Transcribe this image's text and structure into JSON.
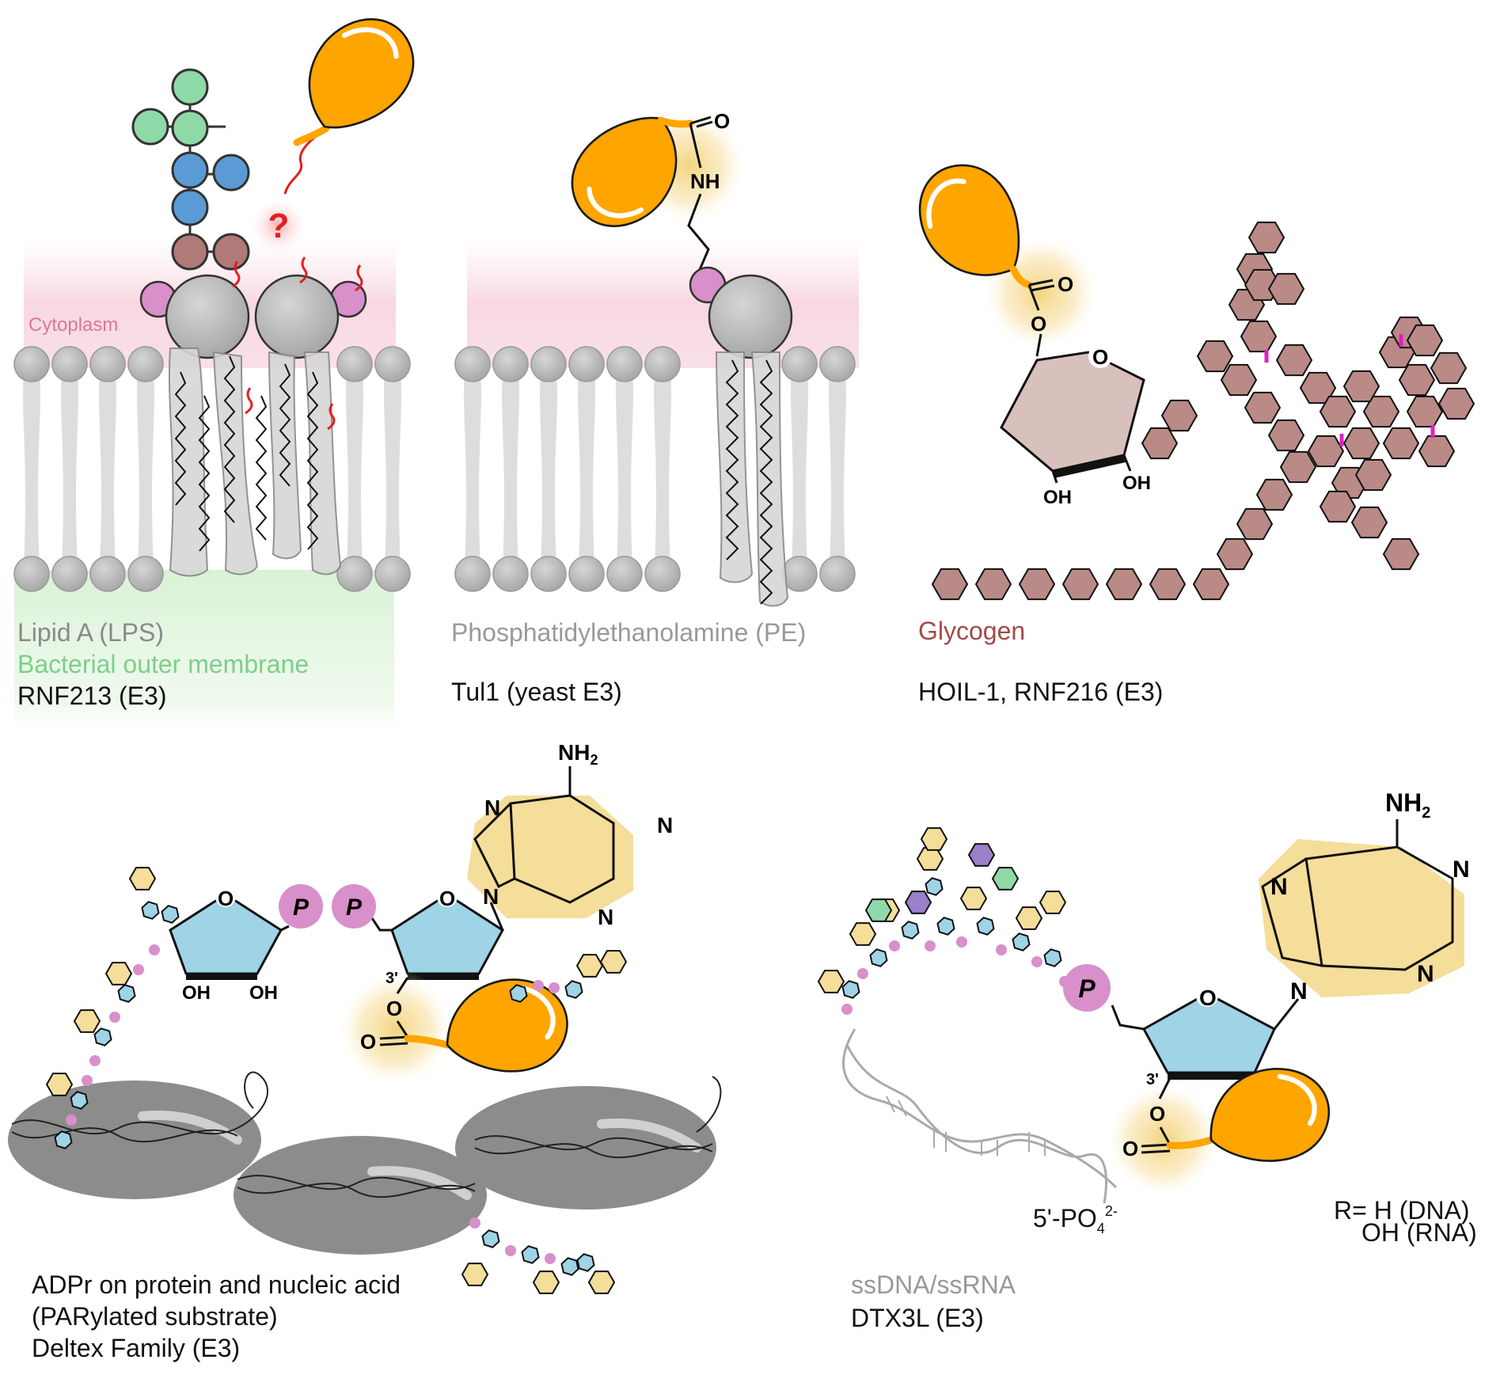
{
  "colors": {
    "ubiquitin": "#FFA500",
    "lipid_grey": "#b3b3b3",
    "head_grey": "#bdbdbd",
    "sugar_green": "#8fd9a8",
    "sugar_blue": "#5b9bd5",
    "sugar_brown": "#b07a78",
    "phosphate_pink": "#d98fc9",
    "ribose_blue": "#9fd3e6",
    "adenine_yellow": "#f5dd9a",
    "glycogen_brown": "#b98a86",
    "linkage_magenta": "#e020c0",
    "cytoplasm_text": "#d9789a",
    "membrane_green": "#7ccf8a",
    "grey_text": "#999999",
    "glycogen_text": "#a24b44",
    "red": "#e02020"
  },
  "panel_lps": {
    "cytoplasm": "Cytoplasm",
    "question_mark": "?",
    "caption_substrate": "Lipid A (LPS)",
    "caption_membrane": "Bacterial outer membrane",
    "caption_enzyme": "RNF213 (E3)"
  },
  "panel_pe": {
    "atom_o": "O",
    "atom_nh": "NH",
    "caption_substrate": "Phosphatidylethanolamine (PE)",
    "caption_enzyme": "Tul1 (yeast E3)"
  },
  "panel_glycogen": {
    "atom_o_carbonyl": "O",
    "atom_o_ester": "O",
    "atom_o_ring": "O",
    "oh1": "OH",
    "oh2": "OH",
    "caption_substrate": "Glycogen",
    "caption_enzyme": "HOIL-1, RNF216 (E3)"
  },
  "panel_adpr": {
    "nh2": "NH",
    "nh2_sub": "2",
    "atom_n1": "N",
    "atom_n3": "N",
    "atom_n7": "N",
    "atom_n9": "N",
    "ring_o1": "O",
    "ring_o2": "O",
    "phosphate1": "P",
    "phosphate2": "P",
    "oh1": "OH",
    "oh2": "OH",
    "prime3": "3'",
    "ester_o": "O",
    "carbonyl_o": "O",
    "caption_line1": "ADPr on protein and nucleic acid",
    "caption_line2": "(PARylated substrate)",
    "caption_line3": "Deltex Family (E3)"
  },
  "panel_dtx": {
    "nh2": "NH",
    "nh2_sub": "2",
    "atom_n1": "N",
    "atom_n3": "N",
    "atom_n7": "N",
    "atom_n9": "N",
    "ring_o": "O",
    "phosphate": "P",
    "prime3": "3'",
    "r_group": "R",
    "ester_o": "O",
    "carbonyl_o": "O",
    "po4_main": "5'-PO",
    "po4_sub": "4",
    "po4_sup": "2-",
    "r_legend_line1": "R=  H (DNA)",
    "r_legend_line2": "OH (RNA)",
    "caption_substrate": "ssDNA/ssRNA",
    "caption_enzyme": "DTX3L (E3)"
  }
}
